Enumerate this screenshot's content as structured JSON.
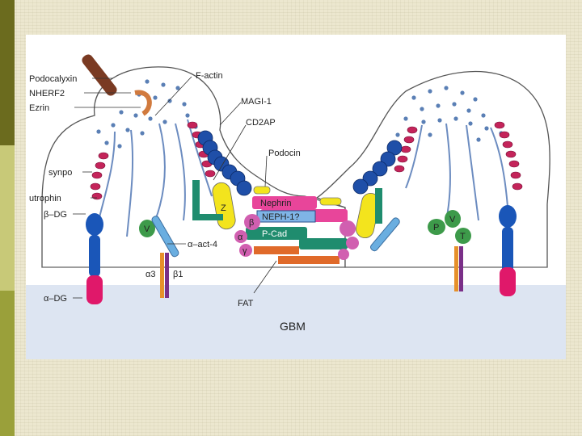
{
  "labels": {
    "podocalyxin": "Podocalyxin",
    "nherf2": "NHERF2",
    "ezrin": "Ezrin",
    "f_actin": "F-actin",
    "magi1": "MAGI-1",
    "cd2ap": "CD2AP",
    "podocin": "Podocin",
    "synpo": "synpo",
    "utrophin": "utrophin",
    "beta_dg": "β–DG",
    "alpha_dg": "α–DG",
    "alpha_act4": "α–act-4",
    "alpha3": "α3",
    "beta1": "β1",
    "fat": "FAT",
    "gbm": "GBM",
    "nephrin": "Nephrin",
    "neph1": "NEPH-1?",
    "pcad": "P-Cad",
    "z_left": "Z",
    "v_left": "V",
    "beta_cat": "β",
    "alpha_cat": "α",
    "gamma_cat": "γ",
    "p_right": "P",
    "v_right": "V",
    "t_right": "T"
  },
  "colors": {
    "sidebar_dark": "#6b6b1e",
    "sidebar_light": "#c8c978",
    "sidebar_mid": "#9aa03a",
    "actin_dot": "#5a7fb5",
    "synpo_bead": "#c4245a",
    "magi_bead": "#1f4fa8",
    "utrophin": "#1a56b8",
    "alpha_dg": "#e0186a",
    "podocin": "#f3e41d",
    "nephrin": "#e8459a",
    "neph1": "#7fb4e6",
    "pcad": "#1f8c6e",
    "fat": "#e06a2a",
    "gbm": "#dde5f2",
    "integrin_orange": "#e6902a",
    "integrin_purple": "#7a2f88",
    "vinculin": "#3d9a4a",
    "alpha_act4": "#6aaee0",
    "catenin": "#d15fb0",
    "membrane": "#555555"
  }
}
